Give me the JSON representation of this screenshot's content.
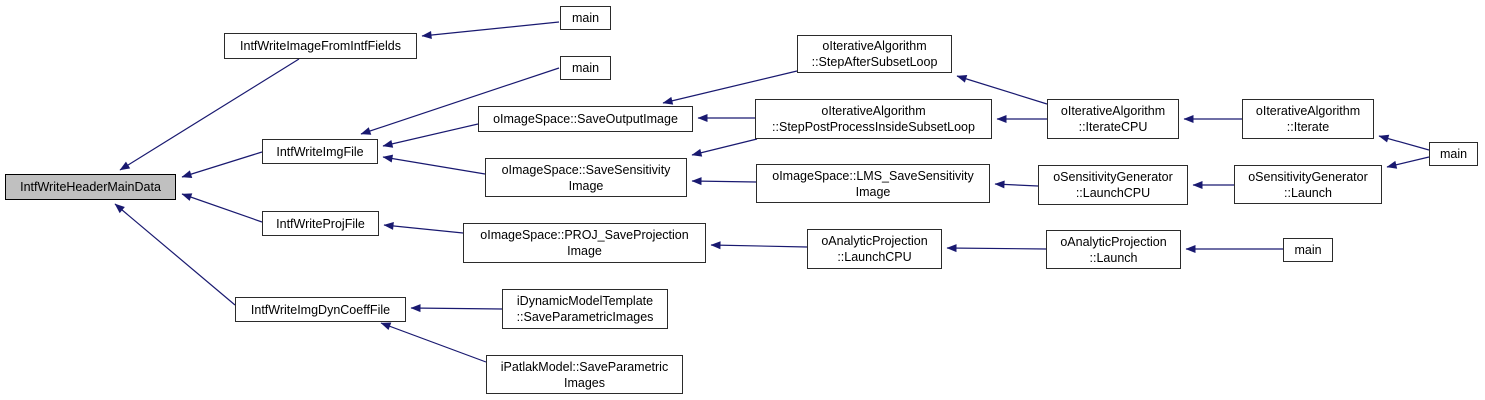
{
  "graph": {
    "type": "call-graph",
    "highlighted_node": "IntfWriteHeaderMainData",
    "nodes": [
      {
        "id": "header",
        "label": "IntfWriteHeaderMainData",
        "highlighted": true
      },
      {
        "id": "fields",
        "label": "IntfWriteImageFromIntfFields",
        "highlighted": false
      },
      {
        "id": "main-1",
        "label": "main",
        "highlighted": false
      },
      {
        "id": "imgfile",
        "label": "IntfWriteImgFile",
        "highlighted": false
      },
      {
        "id": "main-2",
        "label": "main",
        "highlighted": false
      },
      {
        "id": "saveout",
        "label": "oImageSpace::SaveOutputImage",
        "highlighted": false
      },
      {
        "id": "stepafter",
        "label": "oIterativeAlgorithm\n::StepAfterSubsetLoop",
        "highlighted": false
      },
      {
        "id": "steppost",
        "label": "oIterativeAlgorithm\n::StepPostProcessInsideSubsetLoop",
        "highlighted": false
      },
      {
        "id": "iteratecpu",
        "label": "oIterativeAlgorithm\n::IterateCPU",
        "highlighted": false
      },
      {
        "id": "iterate",
        "label": "oIterativeAlgorithm\n::Iterate",
        "highlighted": false
      },
      {
        "id": "main-3",
        "label": "main",
        "highlighted": false
      },
      {
        "id": "savesens",
        "label": "oImageSpace::SaveSensitivity\nImage",
        "highlighted": false
      },
      {
        "id": "lms",
        "label": "oImageSpace::LMS_SaveSensitivity\nImage",
        "highlighted": false
      },
      {
        "id": "sg-launchcpu",
        "label": "oSensitivityGenerator\n::LaunchCPU",
        "highlighted": false
      },
      {
        "id": "sg-launch",
        "label": "oSensitivityGenerator\n::Launch",
        "highlighted": false
      },
      {
        "id": "projfile",
        "label": "IntfWriteProjFile",
        "highlighted": false
      },
      {
        "id": "projsave",
        "label": "oImageSpace::PROJ_SaveProjection\nImage",
        "highlighted": false
      },
      {
        "id": "ap-launchcpu",
        "label": "oAnalyticProjection\n::LaunchCPU",
        "highlighted": false
      },
      {
        "id": "ap-launch",
        "label": "oAnalyticProjection\n::Launch",
        "highlighted": false
      },
      {
        "id": "main-4",
        "label": "main",
        "highlighted": false
      },
      {
        "id": "dyncoeff",
        "label": "IntfWriteImgDynCoeffFile",
        "highlighted": false
      },
      {
        "id": "idyn",
        "label": "iDynamicModelTemplate\n::SaveParametricImages",
        "highlighted": false
      },
      {
        "id": "ipatlak",
        "label": "iPatlakModel::SaveParametric\nImages",
        "highlighted": false
      }
    ],
    "edges": [
      {
        "from": "main-1",
        "to": "fields"
      },
      {
        "from": "fields",
        "to": "header"
      },
      {
        "from": "main-2",
        "to": "imgfile"
      },
      {
        "from": "saveout",
        "to": "imgfile"
      },
      {
        "from": "savesens",
        "to": "imgfile"
      },
      {
        "from": "imgfile",
        "to": "header"
      },
      {
        "from": "projfile",
        "to": "header"
      },
      {
        "from": "dyncoeff",
        "to": "header"
      },
      {
        "from": "stepafter",
        "to": "saveout"
      },
      {
        "from": "steppost",
        "to": "saveout"
      },
      {
        "from": "steppost",
        "to": "savesens"
      },
      {
        "from": "lms",
        "to": "savesens"
      },
      {
        "from": "iteratecpu",
        "to": "stepafter"
      },
      {
        "from": "iteratecpu",
        "to": "steppost"
      },
      {
        "from": "iterate",
        "to": "iteratecpu"
      },
      {
        "from": "main-3",
        "to": "iterate"
      },
      {
        "from": "main-3",
        "to": "sg-launch"
      },
      {
        "from": "sg-launch",
        "to": "sg-launchcpu"
      },
      {
        "from": "sg-launchcpu",
        "to": "lms"
      },
      {
        "from": "projsave",
        "to": "projfile"
      },
      {
        "from": "ap-launchcpu",
        "to": "projsave"
      },
      {
        "from": "ap-launch",
        "to": "ap-launchcpu"
      },
      {
        "from": "main-4",
        "to": "ap-launch"
      },
      {
        "from": "idyn",
        "to": "dyncoeff"
      },
      {
        "from": "ipatlak",
        "to": "dyncoeff"
      }
    ]
  },
  "colors": {
    "edge": "#191970",
    "node_fill": "#ffffff",
    "node_border": "#2b2b2b",
    "highlight_fill": "#c0c0c0",
    "highlight_border": "#000000",
    "background": "#ffffff"
  }
}
